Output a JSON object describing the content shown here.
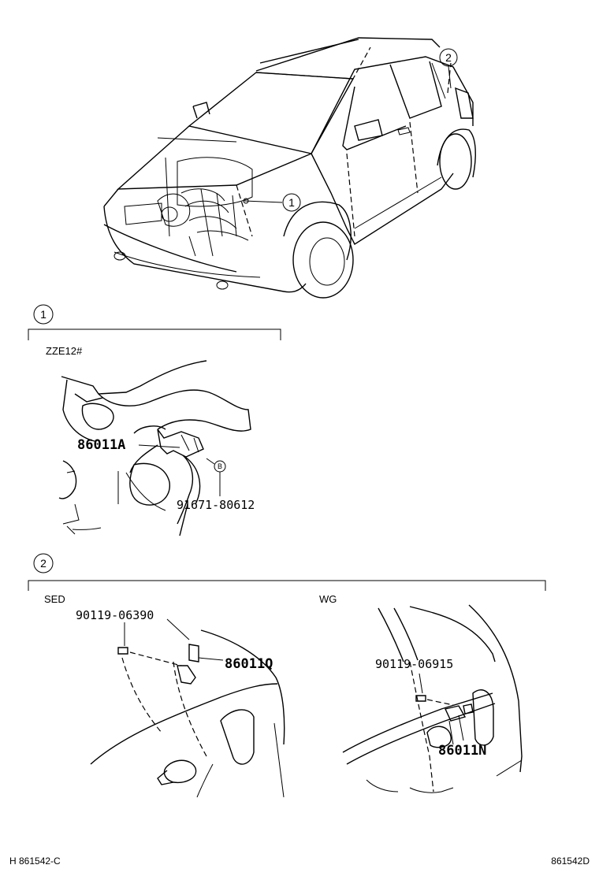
{
  "callouts": {
    "c1": "1",
    "c2": "2"
  },
  "section1": {
    "variant": "ZZE12#",
    "part_main": "86011A",
    "part_bolt": "91671-80612",
    "bolt_marker": "B"
  },
  "section2": {
    "sed": {
      "variant": "SED",
      "screw": "90119-06390",
      "part": "86011Q"
    },
    "wg": {
      "variant": "WG",
      "screw": "90119-06915",
      "part": "86011N"
    }
  },
  "footer": {
    "left": "H 861542-C",
    "right": "861542D"
  }
}
